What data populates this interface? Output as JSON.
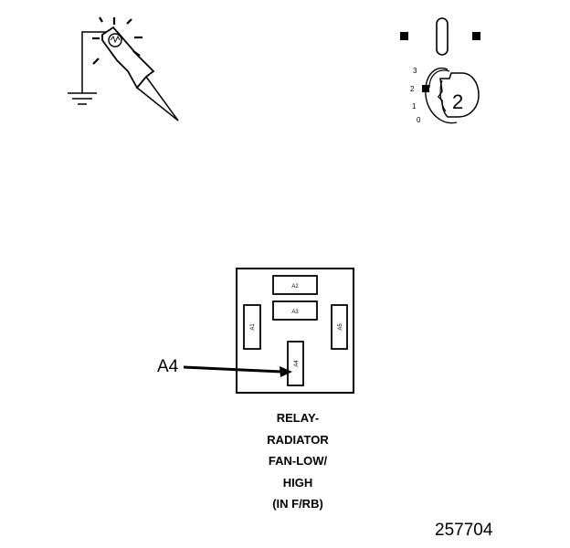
{
  "callout_label": "A4",
  "relay_cavities": [
    {
      "id": "a2",
      "label": "A2"
    },
    {
      "id": "a3",
      "label": "A3"
    },
    {
      "id": "a1",
      "label": "A1"
    },
    {
      "id": "a5",
      "label": "A5"
    },
    {
      "id": "a4",
      "label": "A4"
    }
  ],
  "ignition_positions": [
    "3",
    "2",
    "1",
    "0"
  ],
  "ignition_key_position": "2",
  "caption_lines": [
    "RELAY-",
    "RADIATOR",
    "FAN-LOW/",
    "HIGH",
    "(IN F/RB)"
  ],
  "figure_number": "257704"
}
